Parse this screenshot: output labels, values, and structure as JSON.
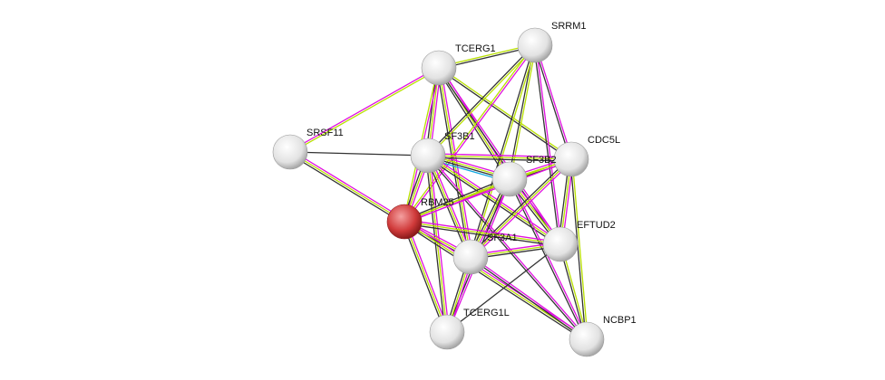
{
  "colors": {
    "experiments": "#e010e0",
    "textmining": "#b8e000",
    "coexpression": "#333333",
    "database": "#10a8e0",
    "query_node": "#d03030",
    "node": "#e8e8e8"
  },
  "nodes": [
    {
      "id": "SRRM1",
      "label": "SRRM1",
      "query": false
    },
    {
      "id": "TCERG1",
      "label": "TCERG1",
      "query": false
    },
    {
      "id": "SRSF11",
      "label": "SRSF11",
      "query": false
    },
    {
      "id": "SF3B1",
      "label": "SF3B1",
      "query": false
    },
    {
      "id": "CDC5L",
      "label": "CDC5L",
      "query": false
    },
    {
      "id": "SF3B2",
      "label": "SF3B2",
      "query": false
    },
    {
      "id": "RBM25",
      "label": "RBM25",
      "query": true
    },
    {
      "id": "EFTUD2",
      "label": "EFTUD2",
      "query": false
    },
    {
      "id": "SF3A1",
      "label": "SF3A1",
      "query": false
    },
    {
      "id": "TCERG1L",
      "label": "TCERG1L",
      "query": false
    },
    {
      "id": "NCBP1",
      "label": "NCBP1",
      "query": false
    }
  ],
  "edges": [
    [
      "SRSF11",
      "RBM25",
      "etc"
    ],
    [
      "SRSF11",
      "TCERG1",
      "et"
    ],
    [
      "SRSF11",
      "SF3B1",
      "c"
    ],
    [
      "TCERG1",
      "SRRM1",
      "tc"
    ],
    [
      "TCERG1",
      "SF3B1",
      "etc"
    ],
    [
      "TCERG1",
      "RBM25",
      "et"
    ],
    [
      "TCERG1",
      "SF3B2",
      "etc"
    ],
    [
      "TCERG1",
      "CDC5L",
      "tc"
    ],
    [
      "TCERG1",
      "SF3A1",
      "etc"
    ],
    [
      "TCERG1",
      "EFTUD2",
      "ec"
    ],
    [
      "SRRM1",
      "SF3B1",
      "tc"
    ],
    [
      "SRRM1",
      "SF3B2",
      "tc"
    ],
    [
      "SRRM1",
      "CDC5L",
      "ec"
    ],
    [
      "SRRM1",
      "RBM25",
      "et"
    ],
    [
      "SRRM1",
      "SF3A1",
      "tc"
    ],
    [
      "SRRM1",
      "EFTUD2",
      "ec"
    ],
    [
      "SF3B1",
      "SF3B2",
      "etcd"
    ],
    [
      "SF3B1",
      "CDC5L",
      "etc"
    ],
    [
      "SF3B1",
      "RBM25",
      "etc"
    ],
    [
      "SF3B1",
      "SF3A1",
      "etc"
    ],
    [
      "SF3B1",
      "EFTUD2",
      "etc"
    ],
    [
      "SF3B1",
      "TCERG1L",
      "etc"
    ],
    [
      "SF3B1",
      "NCBP1",
      "ec"
    ],
    [
      "SF3B2",
      "CDC5L",
      "etc"
    ],
    [
      "SF3B2",
      "RBM25",
      "etc"
    ],
    [
      "SF3B2",
      "SF3A1",
      "etc"
    ],
    [
      "SF3B2",
      "EFTUD2",
      "etc"
    ],
    [
      "SF3B2",
      "TCERG1L",
      "ec"
    ],
    [
      "SF3B2",
      "NCBP1",
      "ec"
    ],
    [
      "CDC5L",
      "EFTUD2",
      "etc"
    ],
    [
      "CDC5L",
      "SF3A1",
      "etc"
    ],
    [
      "CDC5L",
      "RBM25",
      "et"
    ],
    [
      "CDC5L",
      "NCBP1",
      "tc"
    ],
    [
      "RBM25",
      "SF3A1",
      "etc"
    ],
    [
      "RBM25",
      "EFTUD2",
      "etc"
    ],
    [
      "RBM25",
      "TCERG1L",
      "etc"
    ],
    [
      "RBM25",
      "NCBP1",
      "etc"
    ],
    [
      "SF3A1",
      "EFTUD2",
      "etc"
    ],
    [
      "SF3A1",
      "TCERG1L",
      "etc"
    ],
    [
      "SF3A1",
      "NCBP1",
      "ec"
    ],
    [
      "EFTUD2",
      "NCBP1",
      "tc"
    ],
    [
      "EFTUD2",
      "TCERG1L",
      "c"
    ]
  ]
}
